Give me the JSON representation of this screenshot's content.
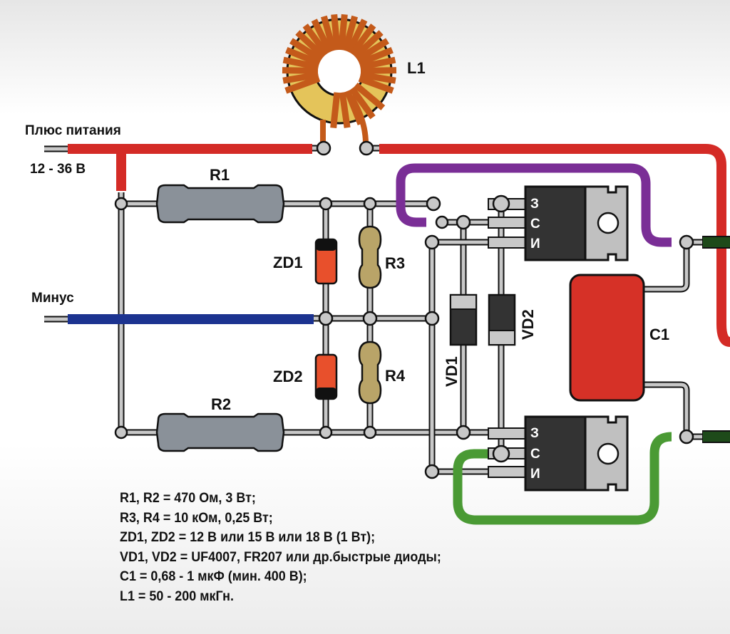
{
  "diagram": {
    "type": "circuit-schematic",
    "labels": {
      "power_plus": "Плюс питания",
      "power_voltage": "12 - 36 В",
      "power_minus": "Минус",
      "inductor": "L1",
      "r1": "R1",
      "r2": "R2",
      "r3": "R3",
      "r4": "R4",
      "zd1": "ZD1",
      "zd2": "ZD2",
      "vd1": "VD1",
      "vd2": "VD2",
      "c1": "C1"
    },
    "transistor_top": {
      "pins": [
        "З",
        "С",
        "И"
      ]
    },
    "transistor_bottom": {
      "pins": [
        "З",
        "С",
        "И"
      ]
    },
    "wire_colors": {
      "plus": "#d42b26",
      "minus": "#1c3390",
      "purple": "#7a2e96",
      "green": "#4a9a34",
      "output": "#1e4a1a",
      "lead": "#c8c8c8"
    },
    "component_colors": {
      "power_resistor": "#8a9199",
      "small_resistor": "#b9a468",
      "zener": "#e8502c",
      "capacitor": "#d63127",
      "toroid_core": "#e4c45a",
      "winding": "#c45a1a",
      "mosfet_body": "#333333",
      "mosfet_tab": "#c0c0c0"
    }
  },
  "notes": [
    "R1, R2 = 470 Ом, 3 Вт;",
    "R3, R4 = 10 кОм, 0,25 Вт;",
    "ZD1, ZD2 = 12 В или 15 В или 18 В (1 Вт);",
    "VD1, VD2 = UF4007, FR207 или др.быстрые диоды;",
    "C1 = 0,68 - 1 мкФ (мин. 400 В);",
    "L1 = 50 - 200 мкГн."
  ]
}
